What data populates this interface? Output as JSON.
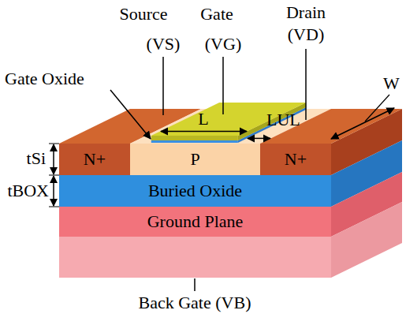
{
  "diagram": {
    "nodes": [
      {
        "text": [
          "N+"
        ]
      },
      {
        "text": [
          "P"
        ]
      },
      {
        "text": [
          "N+"
        ]
      },
      {
        "text": [
          "Buried Oxide"
        ]
      },
      {
        "text": [
          "Ground Plane"
        ]
      }
    ],
    "labels": [
      "Source",
      "Gate",
      "(VS)",
      "(VG)",
      "Drain",
      "(VD)",
      "Gate Oxide",
      "L",
      "LUL",
      "W",
      "tSi",
      "tBOX",
      "Back Gate (VB)"
    ]
  }
}
